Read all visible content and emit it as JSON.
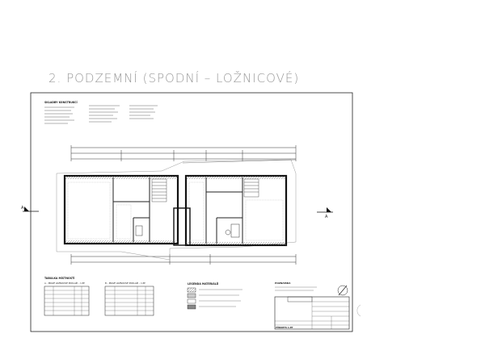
{
  "heading": "2. PODZEMNÍ (SPODNÍ – LOŽNICOVÉ)",
  "legend_title": "SKLADBY KONSTRUKCÍ",
  "table_title": "TABULKA MÍSTNOSTÍ",
  "table_a_title": "A – PRAVÉ LOŽNICOVÉ PODLAŽÍ – 1.PP",
  "table_b_title": "B – PRAVÉ LOŽNICOVÉ PODLAŽÍ – 1.PP",
  "materials_title": "LEGENDA MATERIÁLŮ",
  "notes_title": "POZNÁMKA",
  "section_mark_left": "A",
  "section_mark_right": "A",
  "titleblock_label": "PŮDORYS 1.PP",
  "colors": {
    "ink": "#111111",
    "grey": "#9a9a9a",
    "fill": "#cccccc"
  }
}
